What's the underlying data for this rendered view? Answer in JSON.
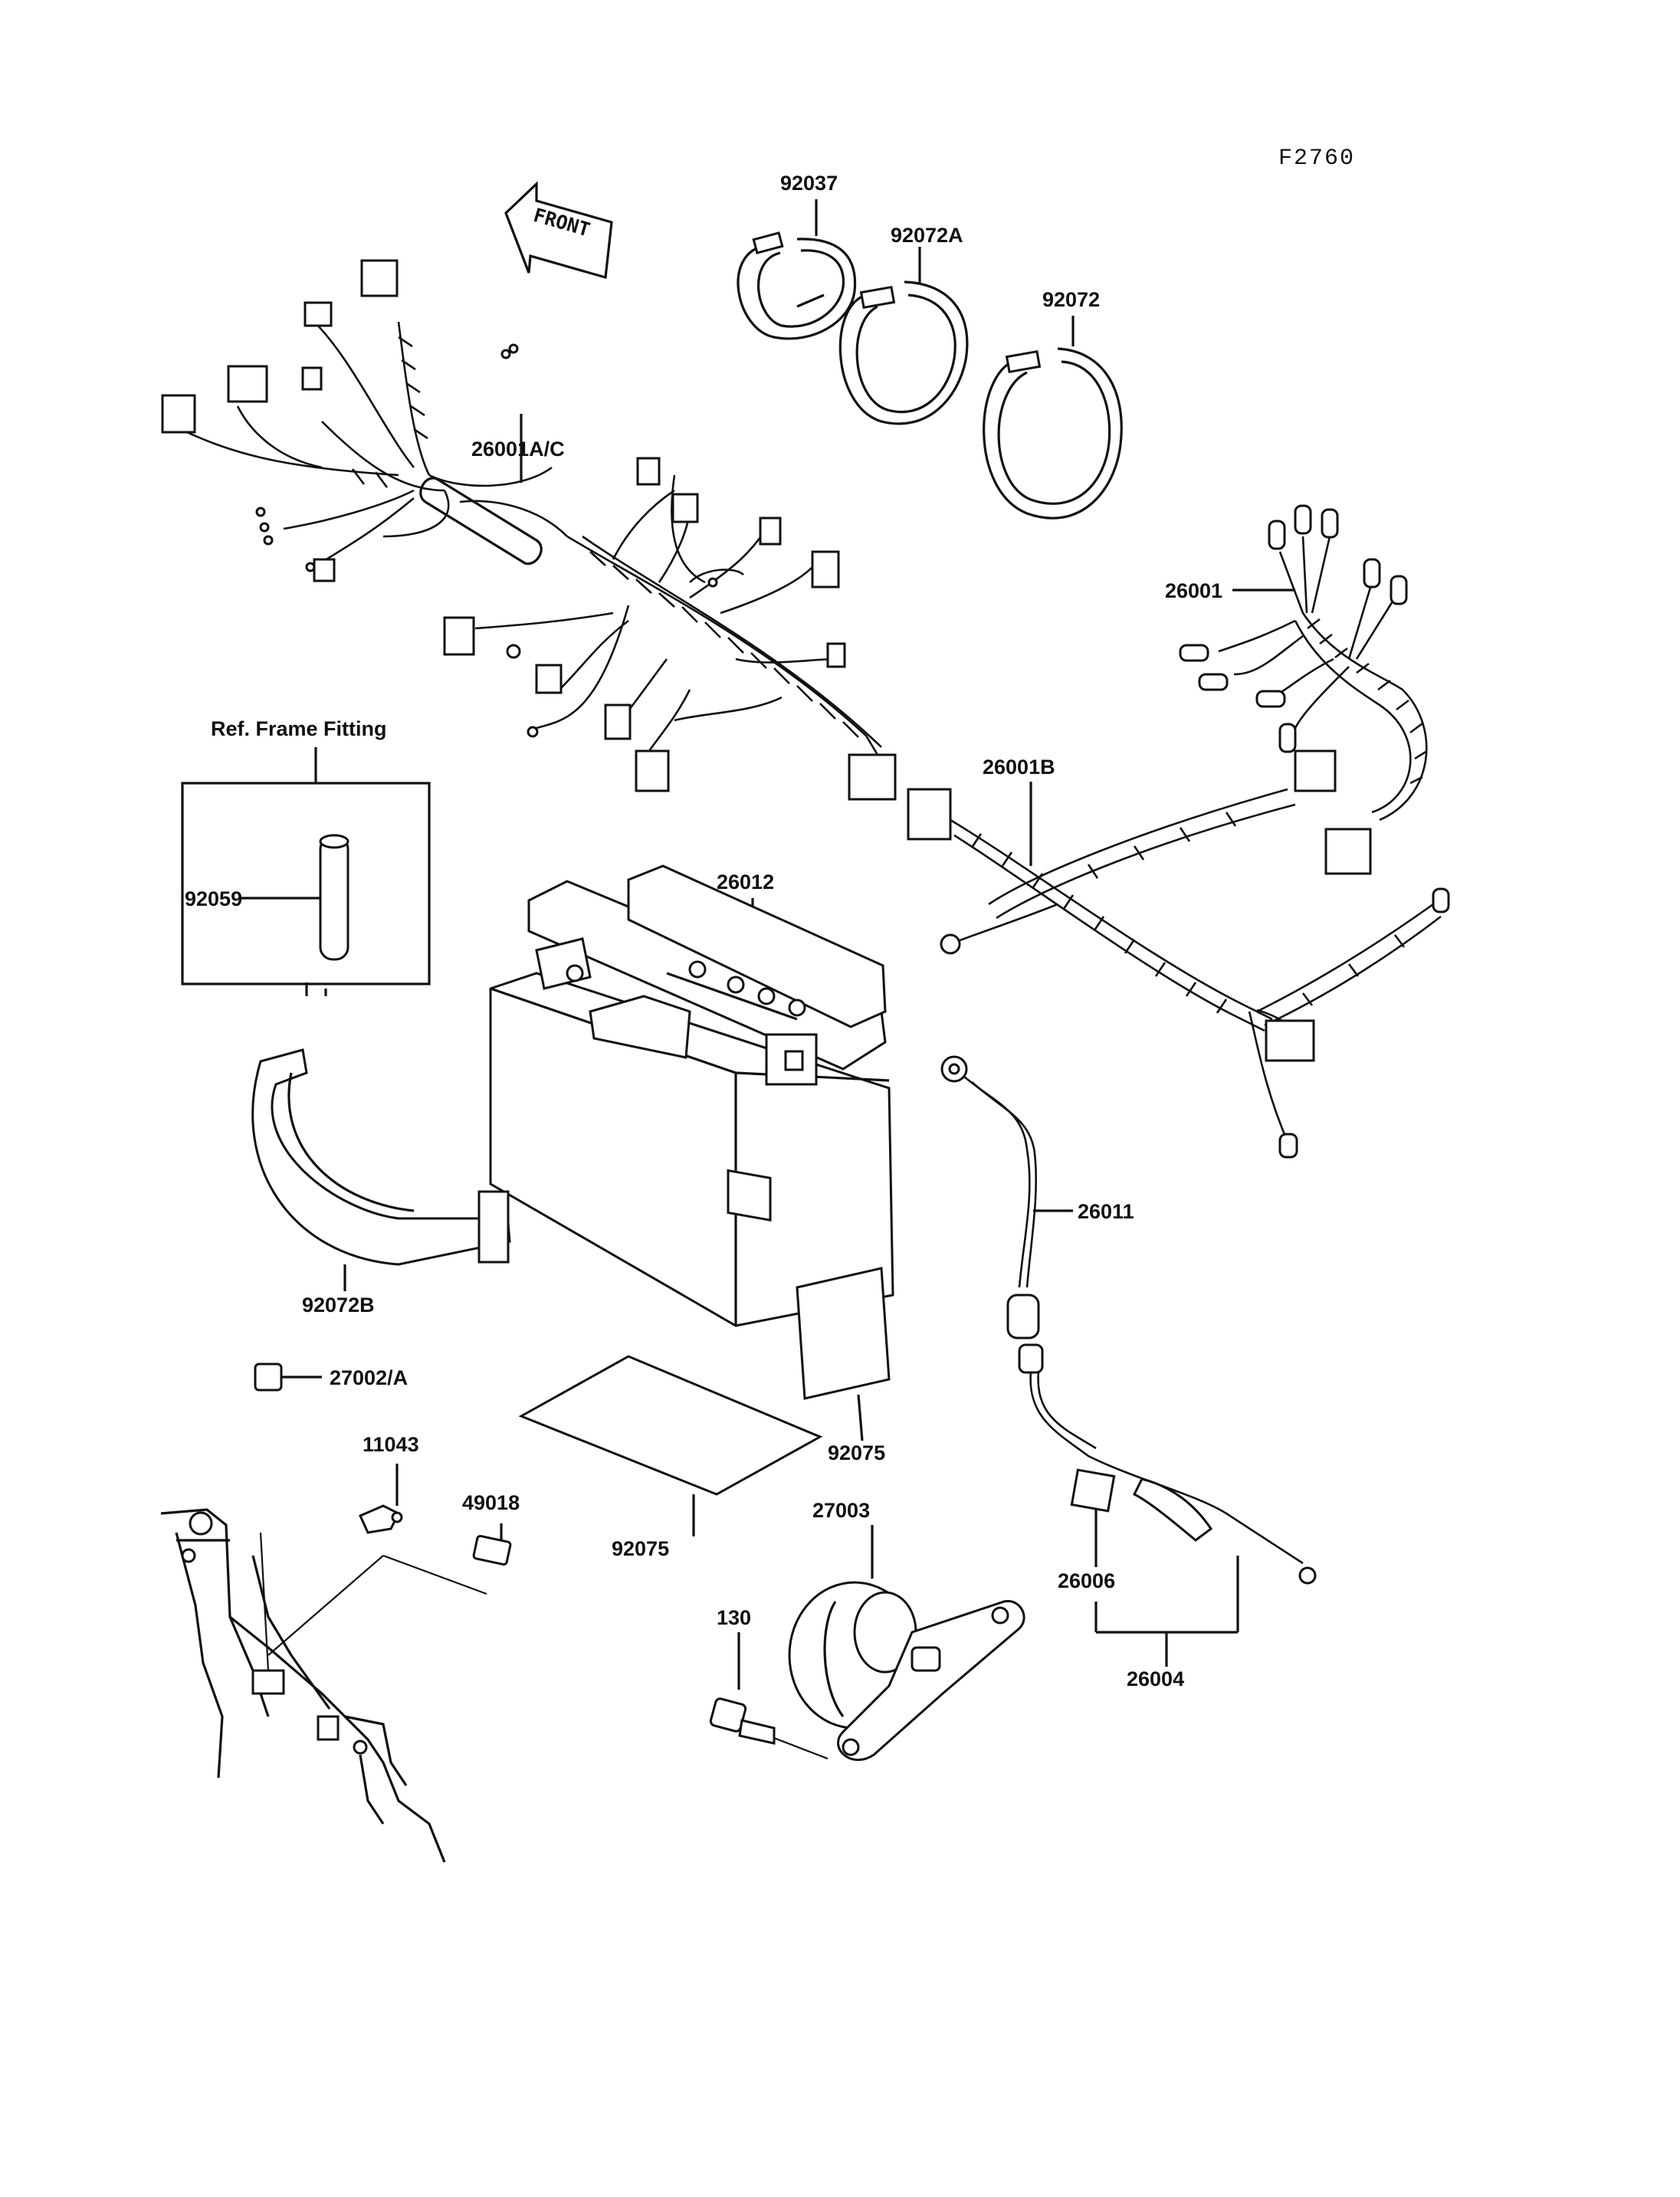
{
  "figure_id": "F2760",
  "front_arrow": "FRONT",
  "ref_box": {
    "title": "Ref. Frame Fitting",
    "part": "92059"
  },
  "labels": {
    "p92037": "92037",
    "p92072A": "92072A",
    "p92072": "92072",
    "p26001AC": "26001A/C",
    "p26001": "26001",
    "p26001B": "26001B",
    "p26012": "26012",
    "p92072B": "92072B",
    "p26011": "26011",
    "p27002A": "27002/A",
    "p11043": "11043",
    "p49018": "49018",
    "p92075a": "92075",
    "p92075b": "92075",
    "p27003": "27003",
    "p130": "130",
    "p26006": "26006",
    "p26004": "26004"
  }
}
